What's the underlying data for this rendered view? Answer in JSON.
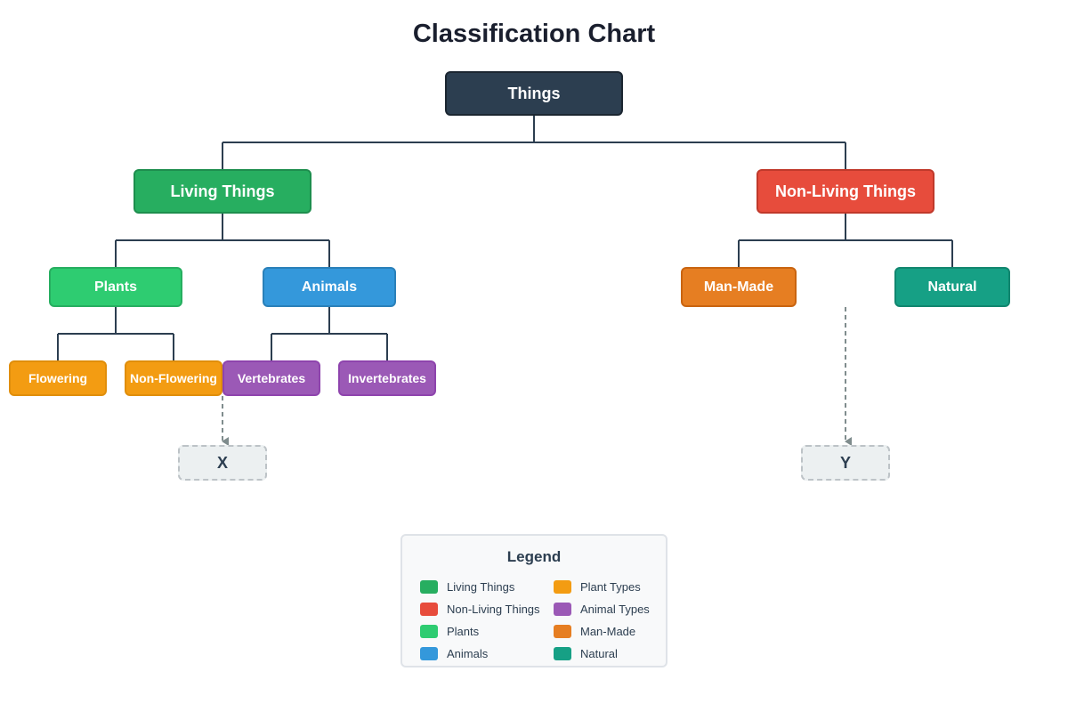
{
  "title": "Classification Chart",
  "nodes": {
    "things": "Things",
    "living": "Living Things",
    "nonliving": "Non-Living Things",
    "plants": "Plants",
    "animals": "Animals",
    "manmade": "Man-Made",
    "natural": "Natural",
    "flowering": "Flowering",
    "nonflowering": "Non-Flowering",
    "vertebrates": "Vertebrates",
    "invertebrates": "Invertebrates",
    "x": "X",
    "y": "Y"
  },
  "legend": {
    "title": "Legend",
    "items": [
      {
        "label": "Living Things",
        "color": "#27ae60"
      },
      {
        "label": "Non-Living Things",
        "color": "#e74c3c"
      },
      {
        "label": "Plants",
        "color": "#2ecc71"
      },
      {
        "label": "Animals",
        "color": "#3498db"
      },
      {
        "label": "Plant Types",
        "color": "#f39c12"
      },
      {
        "label": "Animal Types",
        "color": "#9b59b6"
      },
      {
        "label": "Man-Made",
        "color": "#e67e22"
      },
      {
        "label": "Natural",
        "color": "#16a085"
      }
    ]
  }
}
